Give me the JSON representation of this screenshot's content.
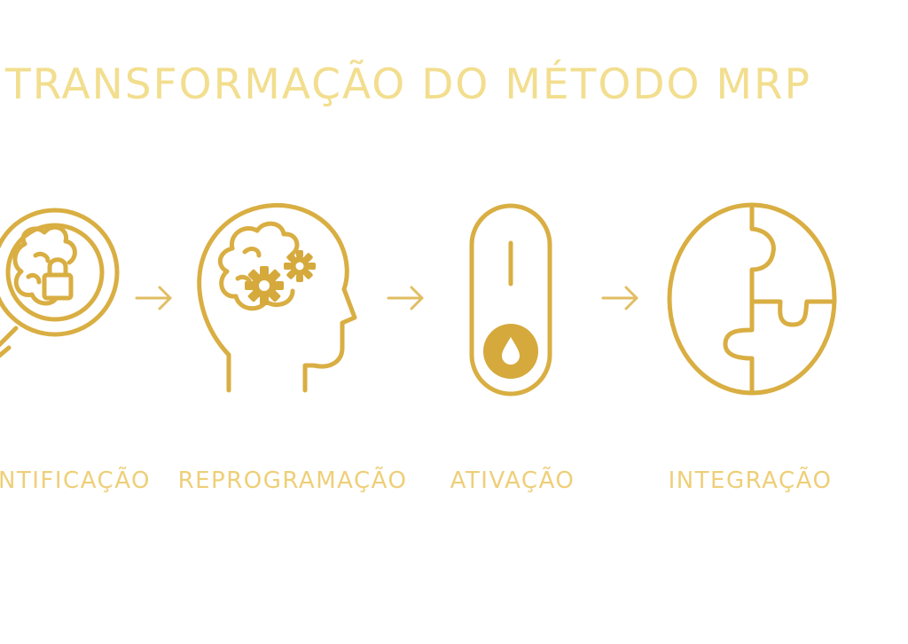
{
  "title": "TRANSFORMAÇÃO DO MÉTODO MRP",
  "colors": {
    "title": "#F2DE8E",
    "label": "#EECF78",
    "icon_stroke": "#D9AE42",
    "icon_fill": "#D5A93C"
  },
  "steps": [
    {
      "label": "NTIFICAÇÃO",
      "icon": "magnifier-brain-lock-icon"
    },
    {
      "label": "REPROGRAMAÇÃO",
      "icon": "head-gears-icon"
    },
    {
      "label": "ATIVAÇÃO",
      "icon": "activation-capsule-icon"
    },
    {
      "label": "INTEGRAÇÃO",
      "icon": "puzzle-circle-icon"
    }
  ],
  "arrows": [
    "arrow-right-icon",
    "arrow-right-icon",
    "arrow-right-icon"
  ]
}
